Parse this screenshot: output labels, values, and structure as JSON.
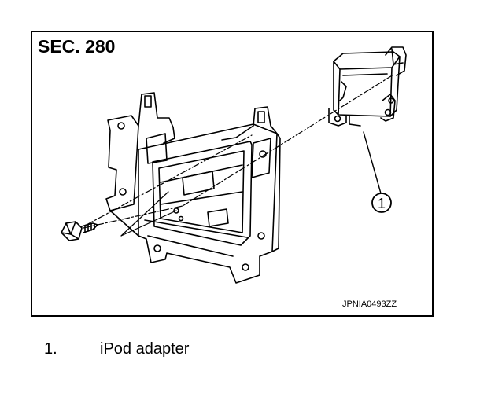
{
  "figure": {
    "section_label": "SEC. 280",
    "figure_code": "JPNIA0493ZZ",
    "callouts": [
      {
        "number": "1"
      }
    ]
  },
  "legend": {
    "items": [
      {
        "number": "1.",
        "text": "iPod adapter"
      }
    ]
  }
}
